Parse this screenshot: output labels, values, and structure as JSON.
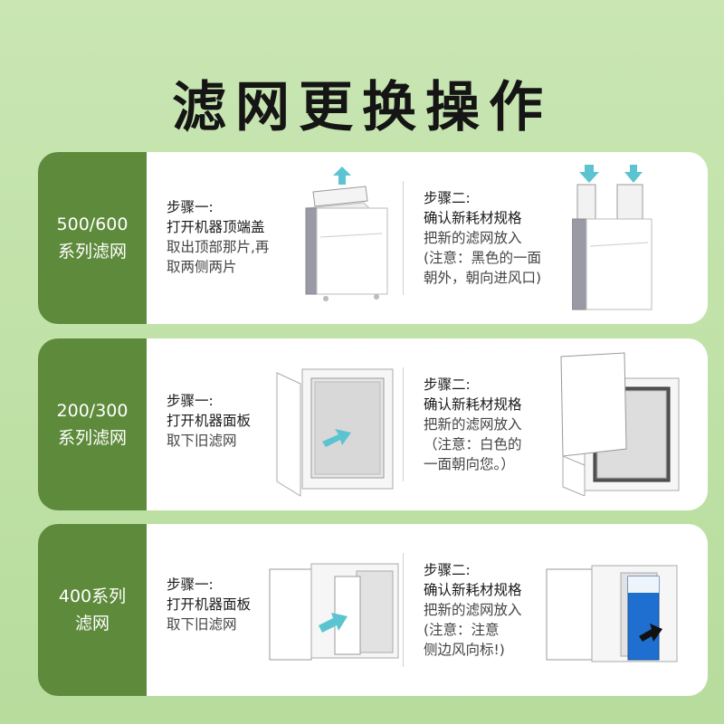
{
  "title": "滤网更换操作",
  "cards": [
    {
      "category": [
        "500/600",
        "系列滤网"
      ],
      "step1": {
        "label": "步骤一:",
        "action": "打开机器顶端盖",
        "desc": [
          "取出顶部那片,再",
          "取两侧两片"
        ]
      },
      "step2": {
        "label": "步骤二:",
        "action": "确认新耗材规格",
        "desc": [
          "把新的滤网放入",
          "(注意：黑色的一面",
          "朝外，朝向进风口)"
        ]
      }
    },
    {
      "category": [
        "200/300",
        "系列滤网"
      ],
      "step1": {
        "label": "步骤一:",
        "action": "打开机器面板",
        "desc": [
          "取下旧滤网"
        ]
      },
      "step2": {
        "label": "步骤二:",
        "action": "确认新耗材规格",
        "desc": [
          "把新的滤网放入",
          "（注意：白色的",
          "一面朝向您。）"
        ]
      }
    },
    {
      "category": [
        "400系列",
        "滤网"
      ],
      "step1": {
        "label": "步骤一:",
        "action": "打开机器面板",
        "desc": [
          "取下旧滤网"
        ]
      },
      "step2": {
        "label": "步骤二:",
        "action": "确认新耗材规格",
        "desc": [
          "把新的滤网放入",
          "(注意：注意",
          "侧边风向标!)"
        ]
      }
    }
  ],
  "colors": {
    "accent": "#5e8a3b",
    "arrow": "#5bc4d0",
    "blue_filter": "#1f6fd1"
  }
}
